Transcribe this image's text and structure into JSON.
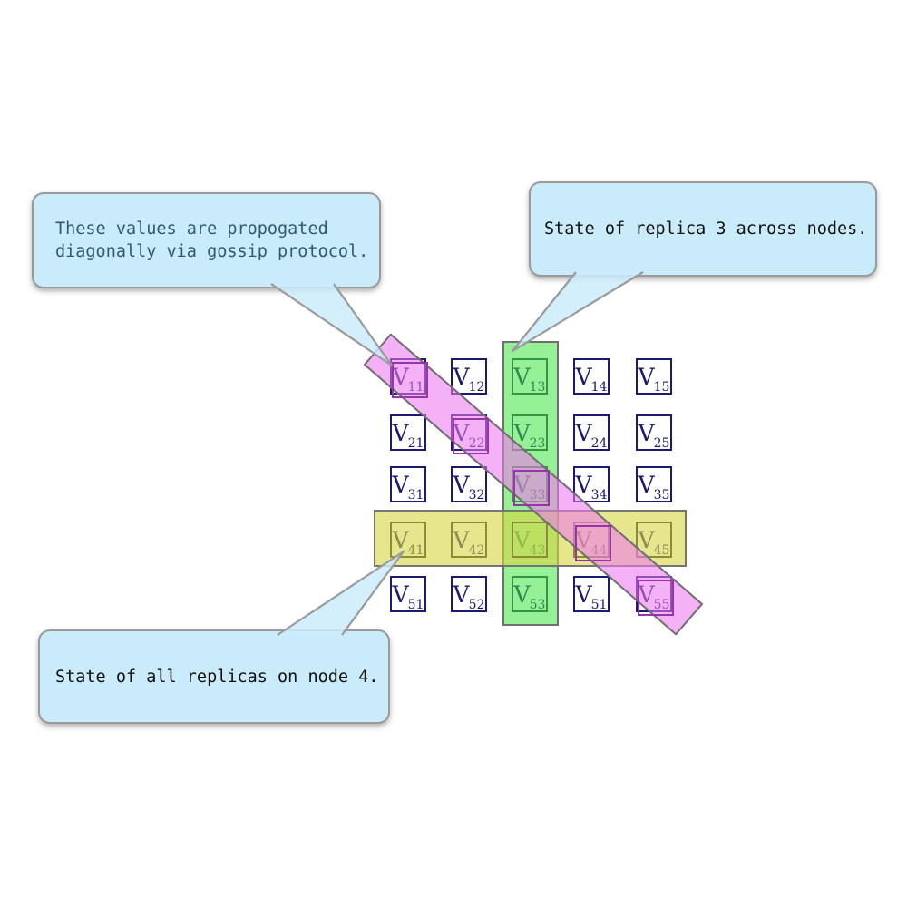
{
  "diagram": {
    "background": "#ffffff",
    "matrix": {
      "symbol": "V",
      "subscripts": [
        [
          "11",
          "12",
          "13",
          "14",
          "15"
        ],
        [
          "21",
          "22",
          "23",
          "24",
          "25"
        ],
        [
          "31",
          "32",
          "33",
          "34",
          "35"
        ],
        [
          "41",
          "42",
          "43",
          "44",
          "45"
        ],
        [
          "51",
          "52",
          "53",
          "51",
          "55"
        ]
      ],
      "cell_border_color": "#1a1a70",
      "label_color": "#1a1a70"
    },
    "highlights": {
      "column_replica3": {
        "meaning": "State of replica 3 across nodes (column 3)",
        "band_fill": "rgba(64,228,64,0.55)",
        "band_border": "#6f6f6f",
        "cell_box_color": "#2e9646"
      },
      "row_node4": {
        "meaning": "State of all replicas on node 4 (row 4)",
        "band_fill": "rgba(213,213,63,0.6)",
        "band_border": "#757575",
        "cell_box_color": "#8b8b3a"
      },
      "diagonal_gossip": {
        "meaning": "Values propogated diagonally via gossip protocol (cells 11,22,33,44,55)",
        "band_fill": "rgba(238,120,238,0.58)",
        "band_border": "#6f6f6f",
        "cell_box_color": "#9933aa"
      }
    },
    "callouts": [
      {
        "id": "diagonal",
        "lines": [
          "These values are propogated",
          "diagonally via gossip protocol."
        ],
        "text_color": "#2f5a6e",
        "fill": "#caecfa",
        "border": "#9a9a9a"
      },
      {
        "id": "column",
        "lines": [
          "State of replica 3 across nodes."
        ],
        "text_color": "#111111",
        "fill": "#caecfa",
        "border": "#9a9a9a"
      },
      {
        "id": "row",
        "lines": [
          "State of all replicas on node 4."
        ],
        "text_color": "#111111",
        "fill": "#caecfa",
        "border": "#9a9a9a"
      }
    ]
  }
}
